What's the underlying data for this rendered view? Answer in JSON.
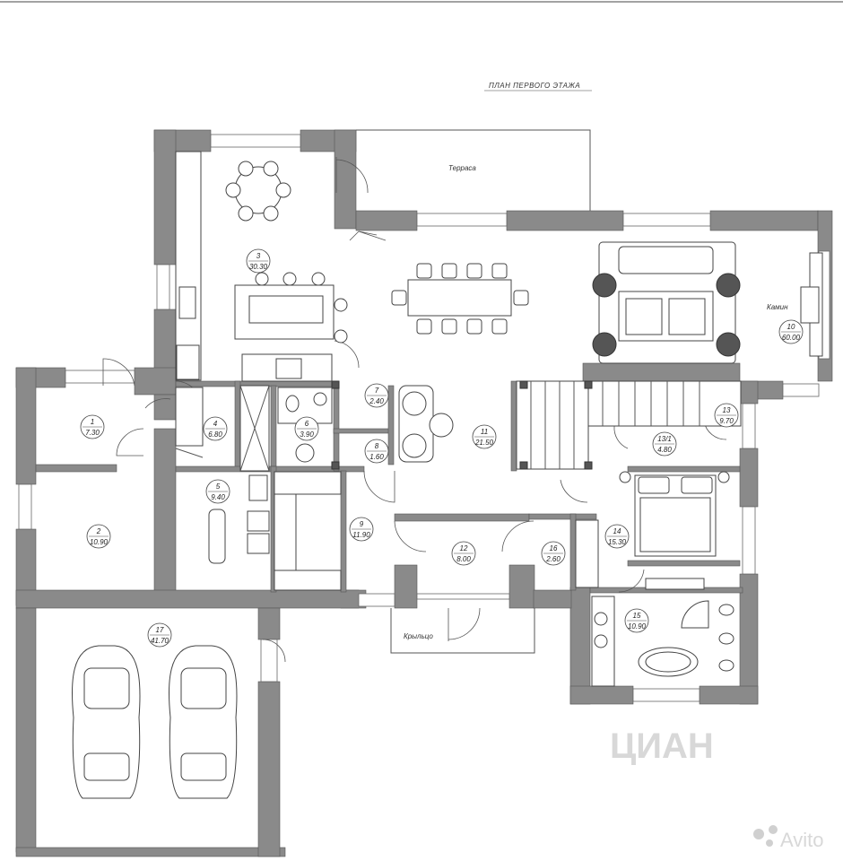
{
  "plan": {
    "title": "ПЛАН ПЕРВОГО ЭТАЖА",
    "labels": {
      "terrace": "Терраса",
      "fireplace": "Камин",
      "porch": "Крыльцо"
    },
    "rooms": [
      {
        "num": "1",
        "area": "7.30"
      },
      {
        "num": "2",
        "area": "10.90"
      },
      {
        "num": "3",
        "area": "30.30"
      },
      {
        "num": "4",
        "area": "6.80"
      },
      {
        "num": "5",
        "area": "9.40"
      },
      {
        "num": "6",
        "area": "3.90"
      },
      {
        "num": "7",
        "area": "2.40"
      },
      {
        "num": "8",
        "area": "1.60"
      },
      {
        "num": "9",
        "area": "11.90"
      },
      {
        "num": "10",
        "area": "60.00"
      },
      {
        "num": "11",
        "area": "21.50"
      },
      {
        "num": "12",
        "area": "8.00"
      },
      {
        "num": "13",
        "area": "9.70"
      },
      {
        "num": "13/1",
        "area": "4.80"
      },
      {
        "num": "14",
        "area": "15.30"
      },
      {
        "num": "15",
        "area": "10.90"
      },
      {
        "num": "16",
        "area": "2.60"
      },
      {
        "num": "17",
        "area": "41.70"
      }
    ]
  },
  "watermarks": {
    "cian": "ЦИАН",
    "avito": "Avito"
  }
}
